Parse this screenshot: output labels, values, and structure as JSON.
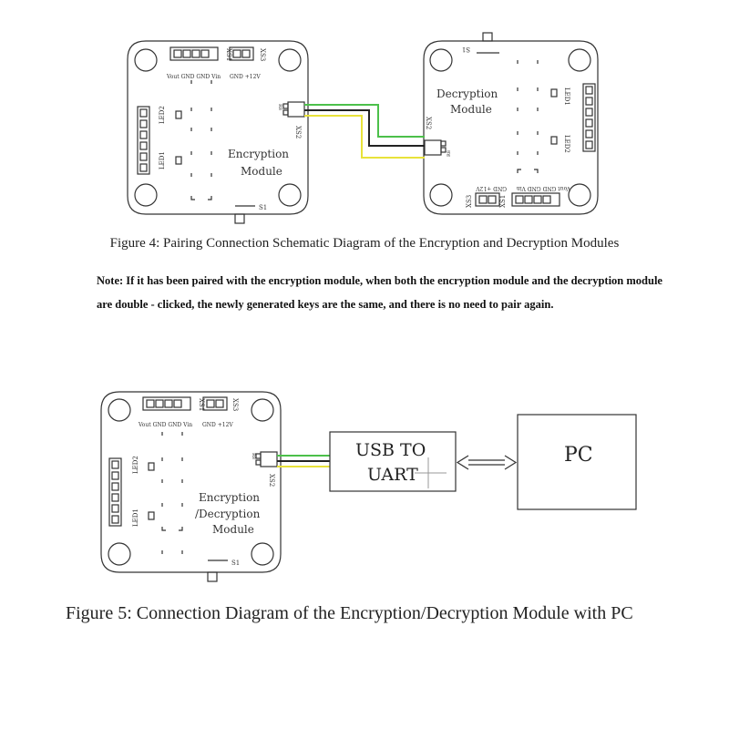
{
  "figure4": {
    "caption": "Figure 4: Pairing Connection Schematic Diagram of the Encryption and Decryption Modules",
    "encryption_board": {
      "label_line1": "Encryption",
      "label_line2": "Module",
      "pin_label_left": "Vout GND GND Vin",
      "pin_label_right": "GND +12V",
      "connector_xs1": "XS1",
      "connector_xs2": "XS2",
      "connector_xs3": "XS3",
      "led1": "LED1",
      "led2": "LED2",
      "switch": "S1",
      "resistor": "R8"
    },
    "decryption_board": {
      "label_line1": "Decryption",
      "label_line2": "Module",
      "pin_label_left": "Vout GND GND Vin",
      "pin_label_right": "GND +12V",
      "connector_xs1": "XS1",
      "connector_xs2": "XS2",
      "connector_xs3": "XS3",
      "led1": "LED1",
      "led2": "LED2",
      "switch": "S1",
      "resistor": "R8"
    }
  },
  "note": "Note: If it has been paired with the encryption module, when both the encryption module and the decryption module are double - clicked, the newly generated keys are the same, and there is no need to pair again.",
  "figure5": {
    "caption": "Figure 5: Connection Diagram of the Encryption/Decryption Module with PC",
    "module_board": {
      "label_line1": "Encryption",
      "label_line2": "/Decryption",
      "label_line3": "Module",
      "pin_label_left": "Vout GND GND Vin",
      "pin_label_right": "GND +12V",
      "connector_xs1": "XS1",
      "connector_xs2": "XS2",
      "connector_xs3": "XS3",
      "led1": "LED1",
      "led2": "LED2",
      "switch": "S1",
      "resistor": "R8"
    },
    "usb_box_line1": "USB TO",
    "usb_box_line2": "UART",
    "pc_label": "PC"
  },
  "colors": {
    "wire_green": "#4cc04a",
    "wire_yellow": "#e8e23a",
    "wire_black": "#222222",
    "line": "#333333"
  }
}
